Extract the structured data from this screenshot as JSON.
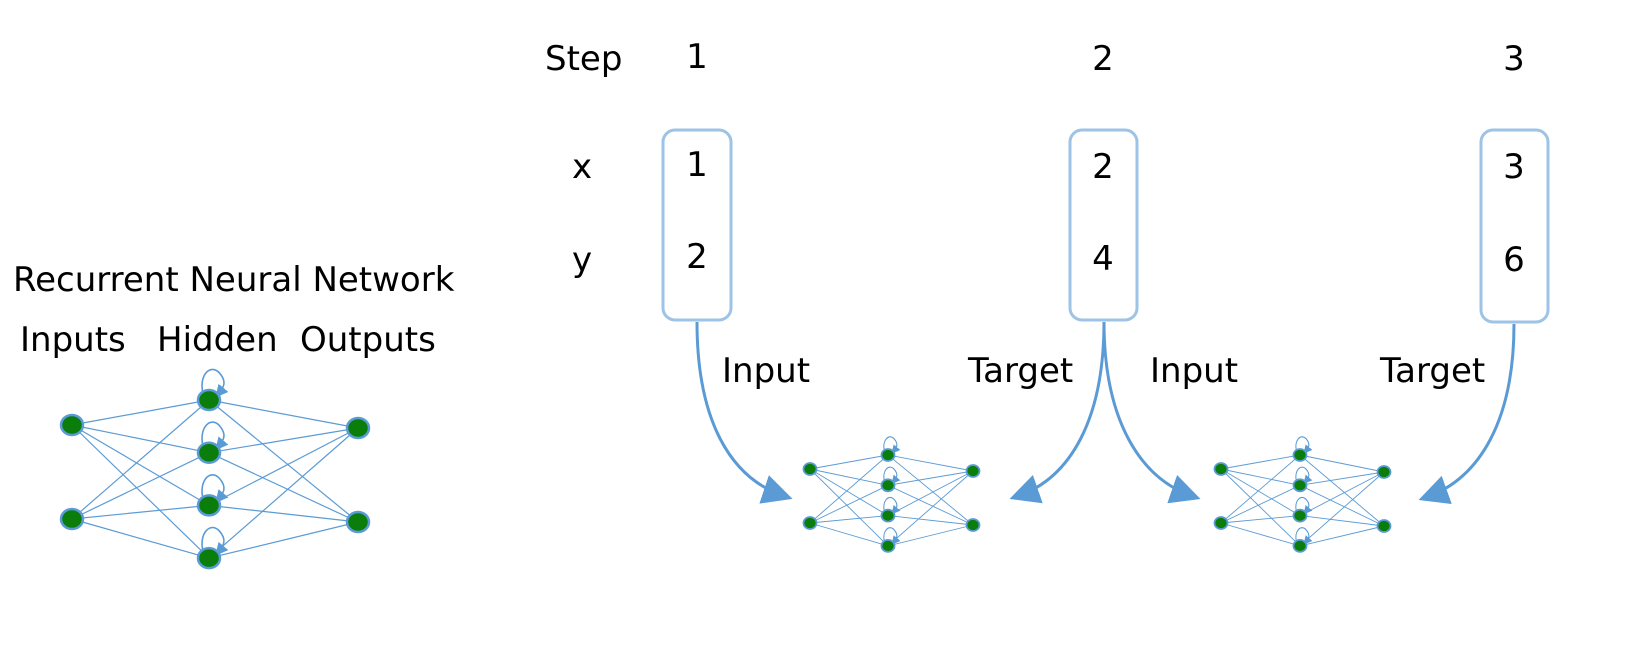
{
  "network": {
    "title": "Recurrent Neural Network",
    "layers": [
      "Inputs",
      "Hidden",
      "Outputs"
    ],
    "input_count": 2,
    "hidden_count": 4,
    "output_count": 2
  },
  "sequence": {
    "row_labels": {
      "step": "Step",
      "x": "x",
      "y": "y"
    },
    "steps": [
      {
        "step": "1",
        "x": "1",
        "y": "2"
      },
      {
        "step": "2",
        "x": "2",
        "y": "4"
      },
      {
        "step": "3",
        "x": "3",
        "y": "6"
      }
    ],
    "arrow_labels": {
      "input": "Input",
      "target": "Target"
    }
  },
  "colors": {
    "node_fill": "#0a7d0a",
    "node_stroke": "#5b9bd5",
    "edge": "#5b9bd5",
    "box": "#9dc3e6",
    "arrow": "#5b9bd5"
  }
}
